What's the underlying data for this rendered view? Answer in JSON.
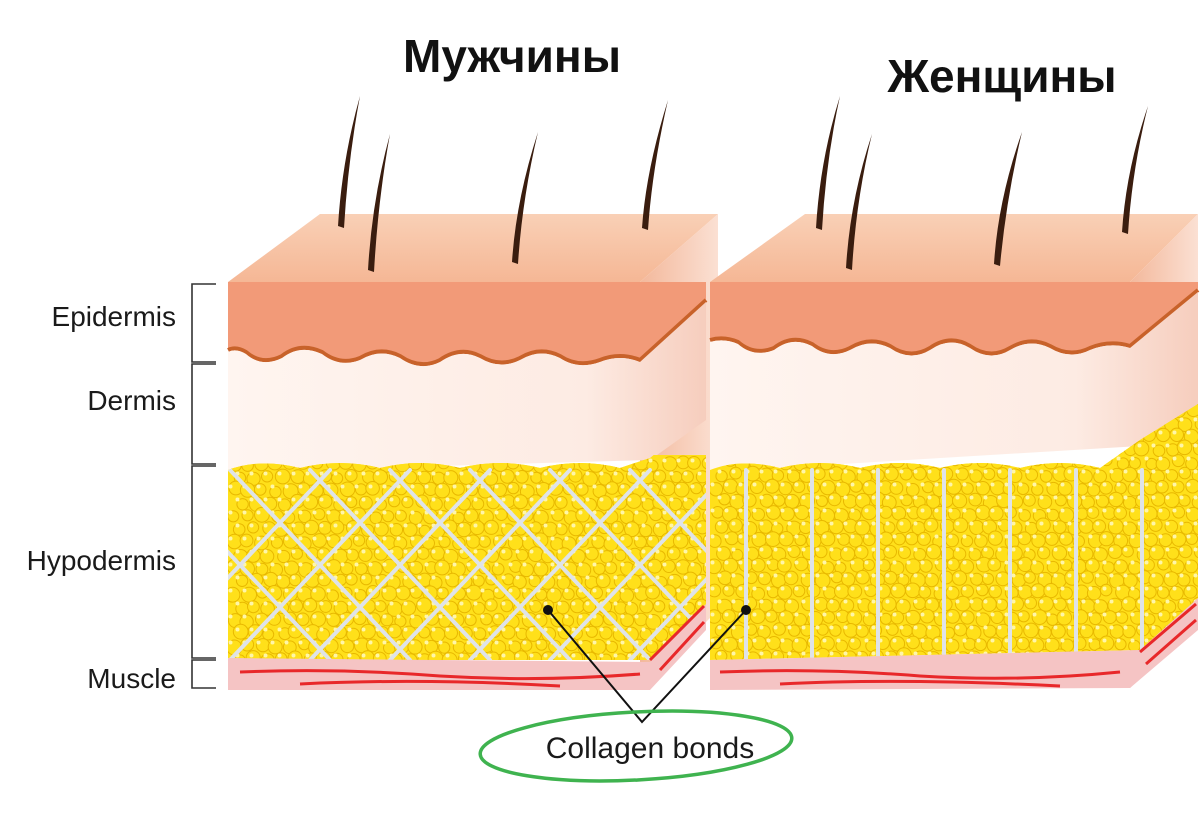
{
  "titles": {
    "men": "Мужчины",
    "women": "Женщины"
  },
  "layers": {
    "epidermis": "Epidermis",
    "dermis": "Dermis",
    "hypodermis": "Hypodermis",
    "muscle": "Muscle"
  },
  "callout": {
    "label": "Collagen bonds"
  },
  "colors": {
    "skin_top": "#f7c2a4",
    "epidermis": "#f29a78",
    "epidermis_edge": "#c8622a",
    "dermis": "#fdebe3",
    "fat": "#ffe01a",
    "fat_dark": "#e8b800",
    "collagen": "#dfe3e8",
    "muscle": "#f5c4c4",
    "muscle_red": "#e8282a",
    "hair": "#3a1d0f",
    "callout_ring": "#3fb34f"
  }
}
